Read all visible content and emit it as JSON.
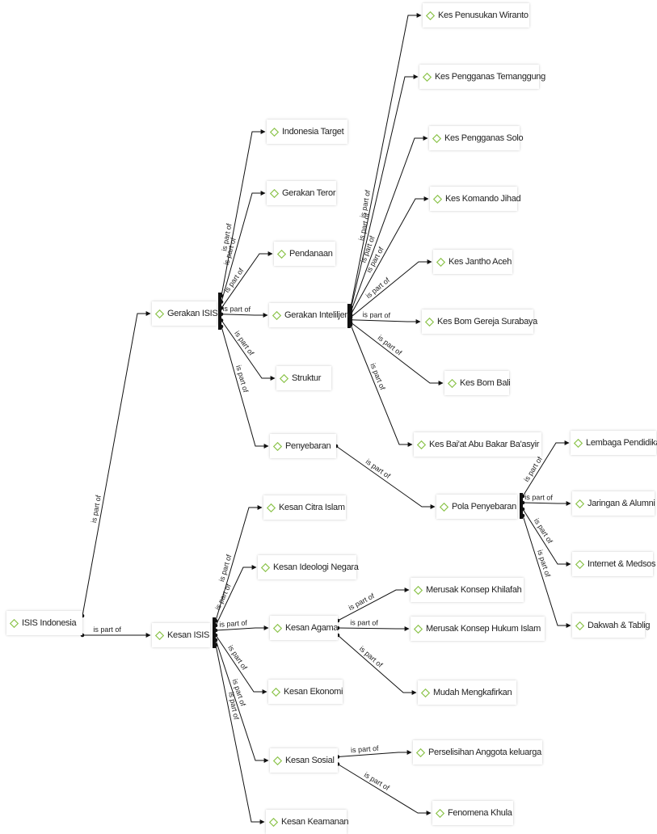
{
  "link_label": "is part of",
  "colors": {
    "line": "#111111",
    "diamond": "#8bc34a",
    "node_bg": "#ffffff"
  },
  "icons": {
    "node": "diamond-icon"
  },
  "nodes": [
    {
      "id": "isis-indonesia",
      "label": "ISIS Indonesia"
    },
    {
      "id": "gerakan-isis",
      "label": "Gerakan ISIS"
    },
    {
      "id": "kesan-isis",
      "label": "Kesan ISIS"
    },
    {
      "id": "indonesia-target",
      "label": "Indonesia Target"
    },
    {
      "id": "gerakan-teror",
      "label": "Gerakan Teror"
    },
    {
      "id": "pendanaan",
      "label": "Pendanaan"
    },
    {
      "id": "gerakan-intelijen",
      "label": "Gerakan Inteliljen"
    },
    {
      "id": "struktur",
      "label": "Struktur"
    },
    {
      "id": "penyebaran",
      "label": "Penyebaran"
    },
    {
      "id": "kes-penusukan-wiranto",
      "label": "Kes Penusukan Wiranto"
    },
    {
      "id": "kes-pengganas-temanggung",
      "label": "Kes Pengganas Temanggung"
    },
    {
      "id": "kes-pengganas-solo",
      "label": "Kes Pengganas Solo"
    },
    {
      "id": "kes-komando-jihad",
      "label": "Kes Komando Jihad"
    },
    {
      "id": "kes-jantho-aceh",
      "label": "Kes Jantho Aceh"
    },
    {
      "id": "kes-bom-gereja-surabaya",
      "label": "Kes Bom Gereja Surabaya"
    },
    {
      "id": "kes-bom-bali",
      "label": "Kes Bom Bali"
    },
    {
      "id": "kes-baiat-abu-bakar",
      "label": "Kes Bai'at Abu Bakar Ba'asyir"
    },
    {
      "id": "pola-penyebaran",
      "label": "Pola Penyebaran"
    },
    {
      "id": "lembaga-pendidikan",
      "label": "Lembaga Pendidikan"
    },
    {
      "id": "jaringan-alumni",
      "label": "Jaringan & Alumni"
    },
    {
      "id": "internet-medsos",
      "label": "Internet & Medsos"
    },
    {
      "id": "dakwah-tablig",
      "label": "Dakwah & Tablig"
    },
    {
      "id": "kesan-citra-islam",
      "label": "Kesan Citra Islam"
    },
    {
      "id": "kesan-ideologi-negara",
      "label": "Kesan Ideologi Negara"
    },
    {
      "id": "kesan-agama",
      "label": "Kesan Agama"
    },
    {
      "id": "kesan-ekonomi",
      "label": "Kesan Ekonomi"
    },
    {
      "id": "kesan-sosial",
      "label": "Kesan Sosial"
    },
    {
      "id": "kesan-keamanan",
      "label": "Kesan Keamanan"
    },
    {
      "id": "merusak-konsep-khilafah",
      "label": "Merusak Konsep Khilafah"
    },
    {
      "id": "merusak-konsep-hukum-islam",
      "label": "Merusak Konsep Hukum Islam"
    },
    {
      "id": "mudah-mengkafirkan",
      "label": "Mudah Mengkafirkan"
    },
    {
      "id": "perselisihan-anggota-keluarga",
      "label": "Perselisihan Anggota keluarga"
    },
    {
      "id": "fenomena-khula",
      "label": "Fenomena Khula"
    }
  ],
  "links": [
    {
      "from": "isis-indonesia",
      "to": "gerakan-isis"
    },
    {
      "from": "isis-indonesia",
      "to": "kesan-isis"
    },
    {
      "from": "gerakan-isis",
      "to": "indonesia-target"
    },
    {
      "from": "gerakan-isis",
      "to": "gerakan-teror"
    },
    {
      "from": "gerakan-isis",
      "to": "pendanaan"
    },
    {
      "from": "gerakan-isis",
      "to": "gerakan-intelijen"
    },
    {
      "from": "gerakan-isis",
      "to": "struktur"
    },
    {
      "from": "gerakan-isis",
      "to": "penyebaran"
    },
    {
      "from": "gerakan-intelijen",
      "to": "kes-penusukan-wiranto"
    },
    {
      "from": "gerakan-intelijen",
      "to": "kes-pengganas-temanggung"
    },
    {
      "from": "gerakan-intelijen",
      "to": "kes-pengganas-solo"
    },
    {
      "from": "gerakan-intelijen",
      "to": "kes-komando-jihad"
    },
    {
      "from": "gerakan-intelijen",
      "to": "kes-jantho-aceh"
    },
    {
      "from": "gerakan-intelijen",
      "to": "kes-bom-gereja-surabaya"
    },
    {
      "from": "gerakan-intelijen",
      "to": "kes-bom-bali"
    },
    {
      "from": "gerakan-intelijen",
      "to": "kes-baiat-abu-bakar"
    },
    {
      "from": "penyebaran",
      "to": "pola-penyebaran"
    },
    {
      "from": "pola-penyebaran",
      "to": "lembaga-pendidikan"
    },
    {
      "from": "pola-penyebaran",
      "to": "jaringan-alumni"
    },
    {
      "from": "pola-penyebaran",
      "to": "internet-medsos"
    },
    {
      "from": "pola-penyebaran",
      "to": "dakwah-tablig"
    },
    {
      "from": "kesan-isis",
      "to": "kesan-citra-islam"
    },
    {
      "from": "kesan-isis",
      "to": "kesan-ideologi-negara"
    },
    {
      "from": "kesan-isis",
      "to": "kesan-agama"
    },
    {
      "from": "kesan-isis",
      "to": "kesan-ekonomi"
    },
    {
      "from": "kesan-isis",
      "to": "kesan-sosial"
    },
    {
      "from": "kesan-isis",
      "to": "kesan-keamanan"
    },
    {
      "from": "kesan-agama",
      "to": "merusak-konsep-khilafah"
    },
    {
      "from": "kesan-agama",
      "to": "merusak-konsep-hukum-islam"
    },
    {
      "from": "kesan-agama",
      "to": "mudah-mengkafirkan"
    },
    {
      "from": "kesan-sosial",
      "to": "perselisihan-anggota-keluarga"
    },
    {
      "from": "kesan-sosial",
      "to": "fenomena-khula"
    }
  ]
}
